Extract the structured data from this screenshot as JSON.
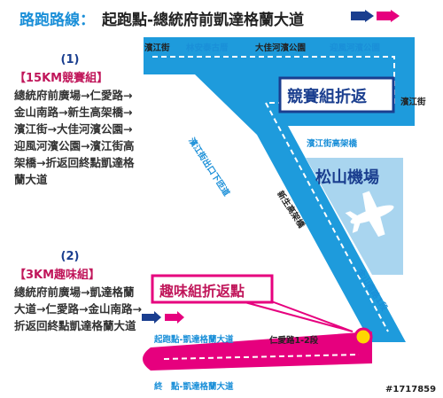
{
  "header": {
    "title": "路跑路線：",
    "subtitle": "起跑點-總統府前凱達格蘭大道"
  },
  "sections": [
    {
      "number": "(1)",
      "heading": "【15KM競賽組】",
      "route": "總統府前廣場→仁愛路→金山南路→新生高架橋→濱江街→大佳河濱公園→迎風河濱公園→濱江街高架橋→折返回終點凱達格蘭大道"
    },
    {
      "number": "(2)",
      "heading": "【3KM趣味組】",
      "route": "總統府前廣場→凱達格蘭大道→仁愛路→金山南路→折返回終點凱達格蘭大道"
    }
  ],
  "map": {
    "labels": {
      "binjiang_left": "濱江街",
      "linan": "林安泰古厝",
      "dajia": "大佳河濱公園",
      "yingfeng": "迎風河濱公園",
      "binjiang_right": "濱江街",
      "binjiang_exit": "濱江街出口下匝道",
      "binjiang_bridge": "濱江街高架橋",
      "xinsheng": "新生高架橋",
      "jinshan": "金山南路1段",
      "start": "起跑點-凱達格蘭大道",
      "renai": "仁愛路1-2段",
      "finish": "終　點-凱達格蘭大道"
    },
    "race_turn": "競賽組折返",
    "fun_turn": "趣味組折返點",
    "airport": "松山機場",
    "colors": {
      "race_route": "#1e9bdc",
      "fun_route": "#e6007e",
      "airport_area": "#a9d5ef",
      "frame_blue": "#1a3e8f"
    },
    "icons": [
      "airplane-icon",
      "turnaround-circle-icon"
    ]
  },
  "watermark": "#1717859"
}
